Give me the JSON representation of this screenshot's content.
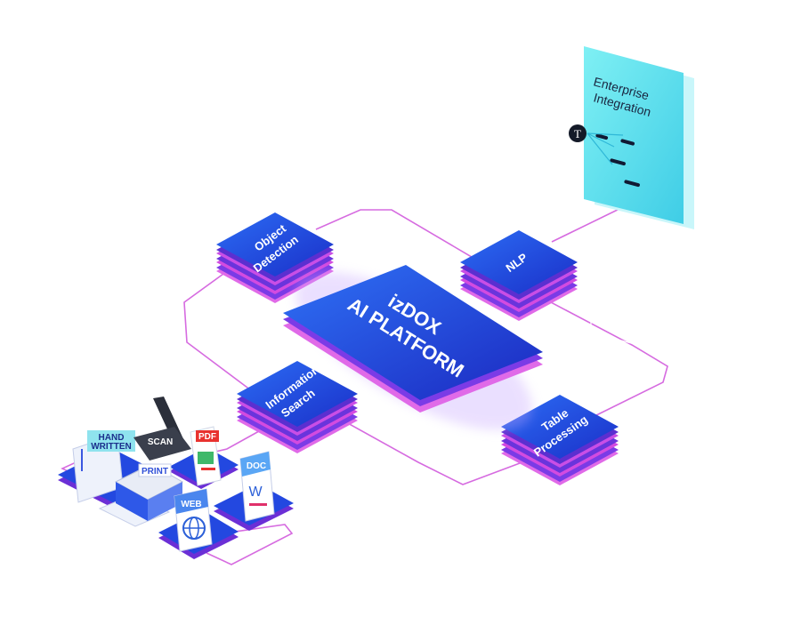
{
  "platform": {
    "line1": "izDOX",
    "line2": "AI PLATFORM"
  },
  "modules": {
    "object_detection": {
      "line1": "Object",
      "line2": "Detection"
    },
    "nlp": {
      "line1": "NLP"
    },
    "information_search": {
      "line1": "Information",
      "line2": "Search"
    },
    "table_processing": {
      "line1": "Table",
      "line2": "Processing"
    }
  },
  "enterprise": {
    "line1": "Enterprise",
    "line2": "Integration",
    "badge": "T"
  },
  "sources": {
    "handwritten_line1": "HAND",
    "handwritten_line2": "WRITTEN",
    "scan": "SCAN",
    "pdf": "PDF",
    "print": "PRINT",
    "doc": "DOC",
    "doc_letter": "W",
    "web": "WEB"
  },
  "colors": {
    "tile_top": "#1d3fd8",
    "tile_top_light": "#2a63f0",
    "tile_side": "#5b2fd0",
    "tile_glow": "#d34be0",
    "connector": "#d66be0",
    "enterprise_panel": "#5ee2ee"
  }
}
